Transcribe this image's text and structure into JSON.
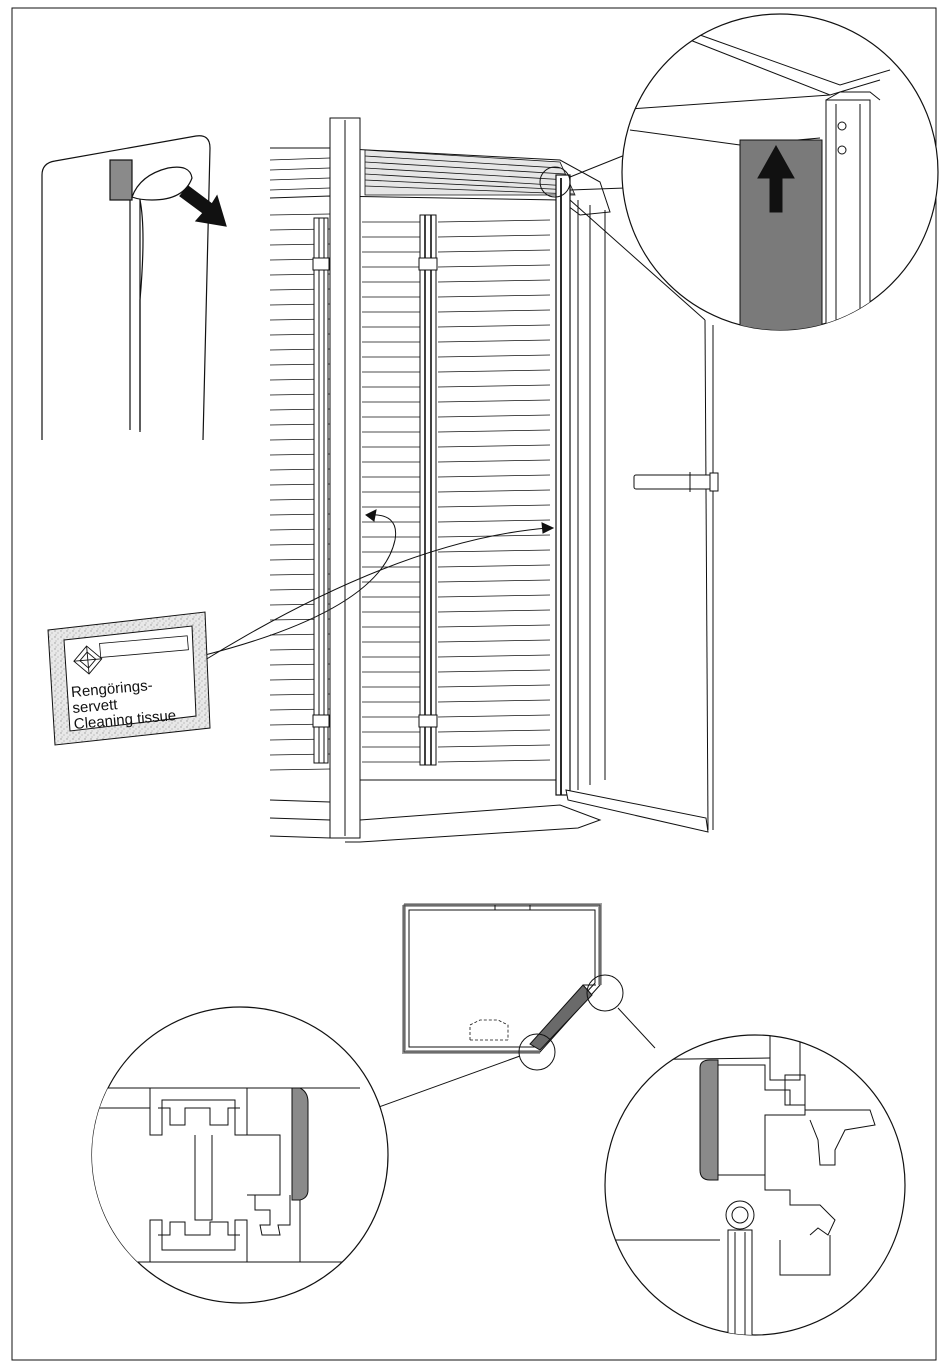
{
  "tissue_label": {
    "line1": "Rengörings-",
    "line2": "servett",
    "line3": "Cleaning tissue"
  },
  "colors": {
    "ink": "#111111",
    "gasket": "#7a7a7a",
    "gasket_light": "#9a9a9a",
    "tissue_speckle": "#bdbdbd",
    "paper": "#ffffff"
  }
}
